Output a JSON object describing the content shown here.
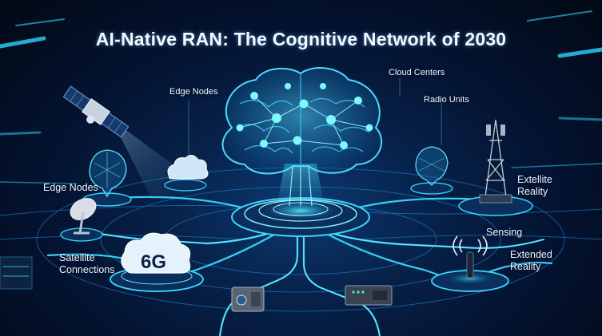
{
  "title": "AI-Native RAN: The Cognitive Network of 2030",
  "labels": {
    "edge_nodes_top": "Edge Nodes",
    "cloud_centers": "Cloud Centers",
    "radio_units": "Radio Units",
    "edge_nodes_left": "Edge Nodes",
    "extellite_reality": [
      "Extellite",
      "Reality"
    ],
    "sensing": "Sensing",
    "extended_reality": [
      "Extended",
      "Reality"
    ],
    "satellite_connections": [
      "Satellite",
      "Connections"
    ],
    "cloud_6g": "6G"
  },
  "colors": {
    "background": "#041331",
    "neon": "#38d8ff",
    "brain": "#2bb7e8",
    "text": "#eef6ff"
  },
  "icons": [
    "satellite-icon",
    "brain-icon",
    "cloud-icon",
    "antenna-tower-icon",
    "satellite-dish-icon",
    "sensor-antenna-icon",
    "device-module-icon"
  ]
}
